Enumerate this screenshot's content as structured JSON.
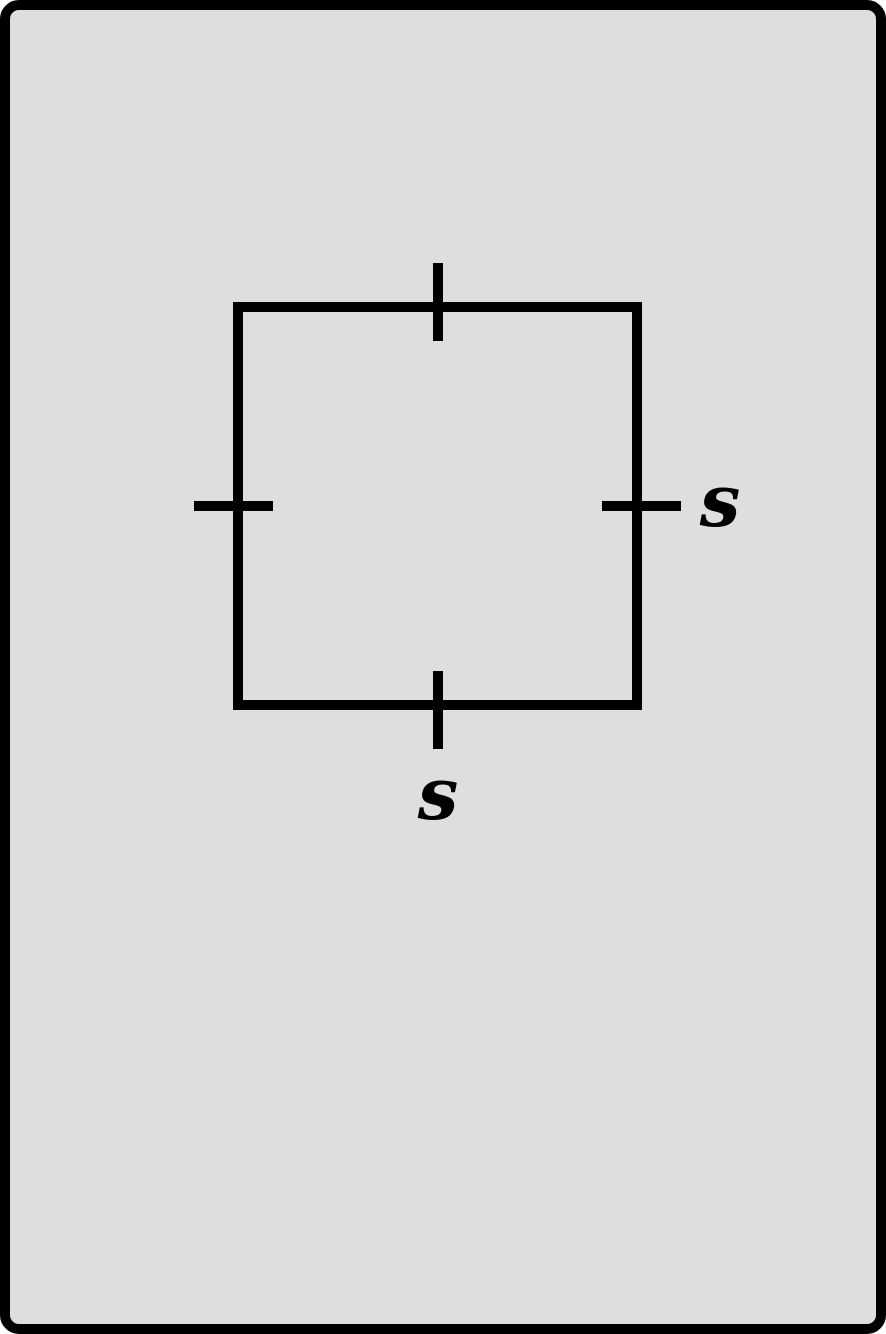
{
  "figure": {
    "shape": "square",
    "tick_marks": "congruent-sides",
    "right_side_label": "s",
    "bottom_side_label": "s",
    "background_color": "#dedede",
    "stroke_color": "#000000"
  }
}
